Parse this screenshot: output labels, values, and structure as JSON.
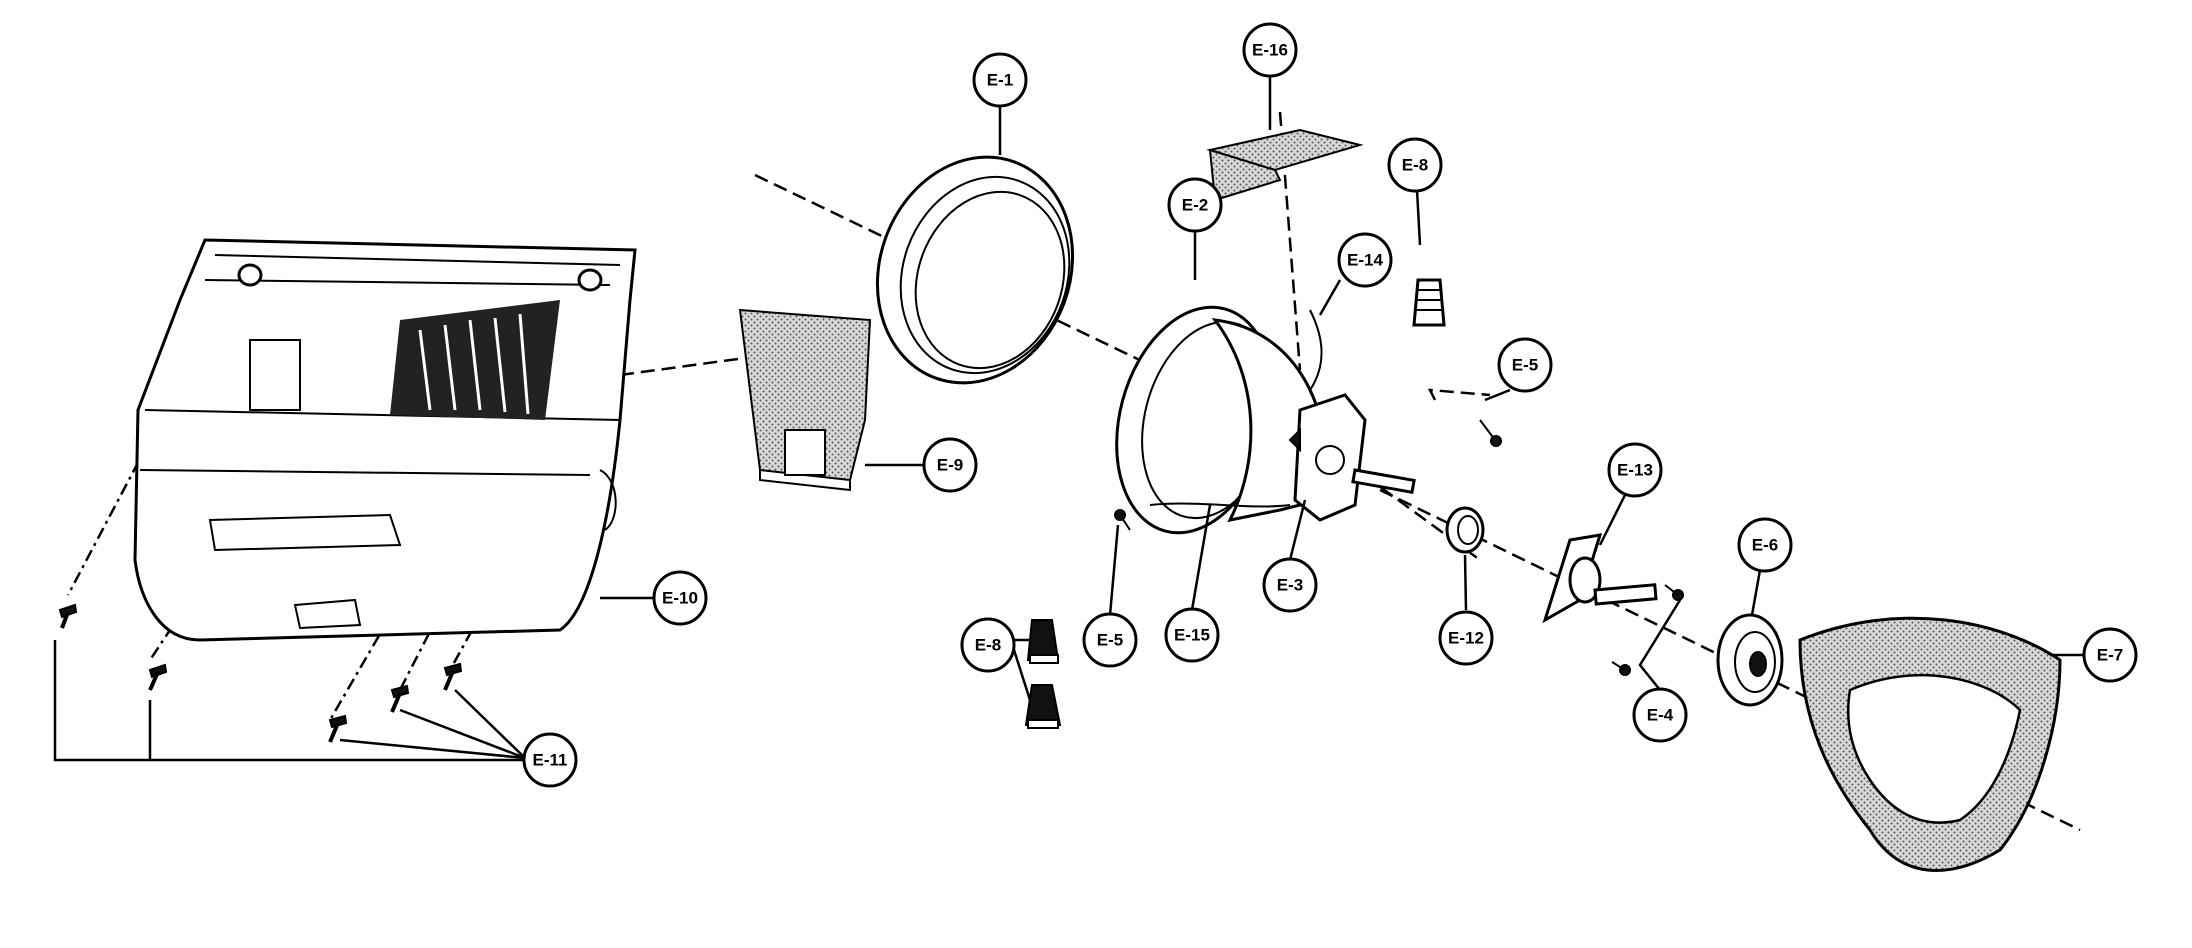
{
  "callouts": [
    {
      "id": "E-1",
      "label": "E-1"
    },
    {
      "id": "E-2",
      "label": "E-2"
    },
    {
      "id": "E-3",
      "label": "E-3"
    },
    {
      "id": "E-4",
      "label": "E-4"
    },
    {
      "id": "E-5a",
      "label": "E-5"
    },
    {
      "id": "E-5b",
      "label": "E-5"
    },
    {
      "id": "E-6",
      "label": "E-6"
    },
    {
      "id": "E-7",
      "label": "E-7"
    },
    {
      "id": "E-8a",
      "label": "E-8"
    },
    {
      "id": "E-8b",
      "label": "E-8"
    },
    {
      "id": "E-9",
      "label": "E-9"
    },
    {
      "id": "E-10",
      "label": "E-10"
    },
    {
      "id": "E-11",
      "label": "E-11"
    },
    {
      "id": "E-12",
      "label": "E-12"
    },
    {
      "id": "E-13",
      "label": "E-13"
    },
    {
      "id": "E-14",
      "label": "E-14"
    },
    {
      "id": "E-15",
      "label": "E-15"
    },
    {
      "id": "E-16",
      "label": "E-16"
    }
  ]
}
